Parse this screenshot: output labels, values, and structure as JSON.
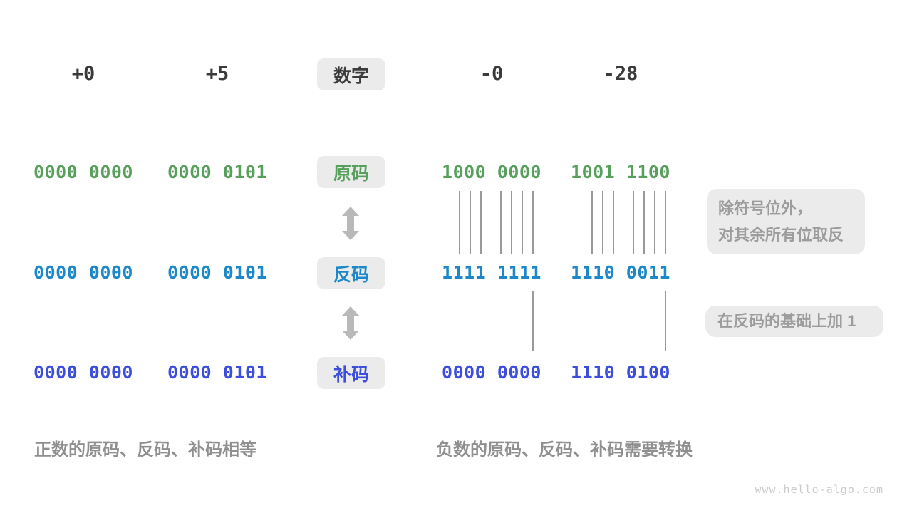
{
  "colors": {
    "number_text": "#3b3b3b",
    "sign_magnitude_green": "#57a05c",
    "ones_complement_blue": "#1c88c9",
    "twos_complement_indigo": "#3d4edc",
    "chip_background": "#ebebeb",
    "annotation_text": "#9c9c9c",
    "caption_text": "#8f8f8f",
    "tick_line": "#9a9a9a",
    "arrow": "#b9b9b9",
    "watermark": "#cccccc"
  },
  "header": {
    "label": "数字",
    "values": [
      "+0",
      "+5",
      "-0",
      "-28"
    ]
  },
  "rows": [
    {
      "label": "原码",
      "values": [
        "0000 0000",
        "0000 0101",
        "1000 0000",
        "1001 1100"
      ]
    },
    {
      "label": "反码",
      "values": [
        "0000 0000",
        "0000 0101",
        "1111 1111",
        "1110 0011"
      ]
    },
    {
      "label": "补码",
      "values": [
        "0000 0000",
        "0000 0101",
        "0000 0000",
        "1110 0100"
      ]
    }
  ],
  "annotations": {
    "invert_line1": "除符号位外，",
    "invert_line2": "对其余所有位取反",
    "add_one": "在反码的基础上加 1"
  },
  "captions": {
    "positive": "正数的原码、反码、补码相等",
    "negative": "负数的原码、反码、补码需要转换"
  },
  "watermark": "www.hello-algo.com"
}
